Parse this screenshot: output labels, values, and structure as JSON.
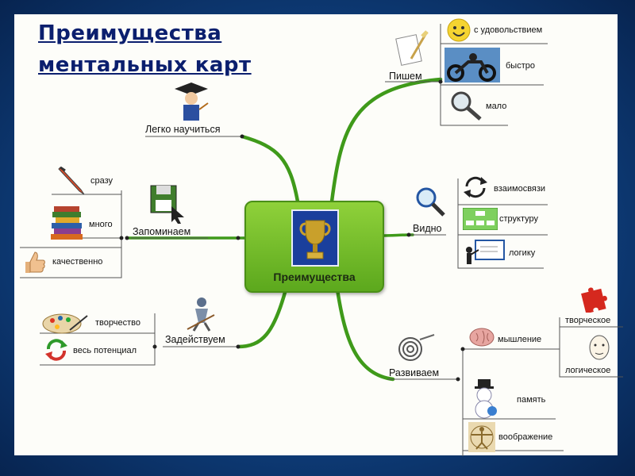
{
  "title": {
    "line1": "Преимущества",
    "line2": "ментальных карт"
  },
  "center": {
    "label": "Преимущества"
  },
  "branches": {
    "write": {
      "label": "Пишем",
      "items": [
        "с удовольствием",
        "быстро",
        "мало"
      ]
    },
    "easy": {
      "label": "Легко научиться"
    },
    "remember": {
      "label": "Запоминаем",
      "items": [
        "сразу",
        "много",
        "качественно"
      ]
    },
    "see": {
      "label": "Видно",
      "items": [
        "взаимосвязи",
        "структуру",
        "логику"
      ]
    },
    "use": {
      "label": "Задействуем",
      "items": [
        "творчество",
        "весь потенциал"
      ]
    },
    "develop": {
      "label": "Развиваем",
      "items": [
        "мышление",
        "память",
        "воображение"
      ],
      "thinking_sub": [
        "творческое",
        "логическое"
      ]
    }
  },
  "colors": {
    "branch": "#3f9a1a",
    "center_fill": "#7cc230",
    "title": "#0b1f6e",
    "frame": "#0f3f7d"
  },
  "icons": [
    "paper-quill-icon",
    "smiley-icon",
    "motorcycle-icon",
    "magnifier-icon",
    "graduate-icon",
    "pencil-icon",
    "books-icon",
    "thumbs-up-icon",
    "floppy-disk-icon",
    "cycle-arrows-icon",
    "org-chart-icon",
    "presentation-board-icon",
    "palette-icon",
    "recycle-icon",
    "worker-icon",
    "fingerprint-icon",
    "brain-icon",
    "snowman-icon",
    "vitruvian-man-icon",
    "puzzle-icon",
    "face-sketch-icon",
    "trophy-icon"
  ]
}
